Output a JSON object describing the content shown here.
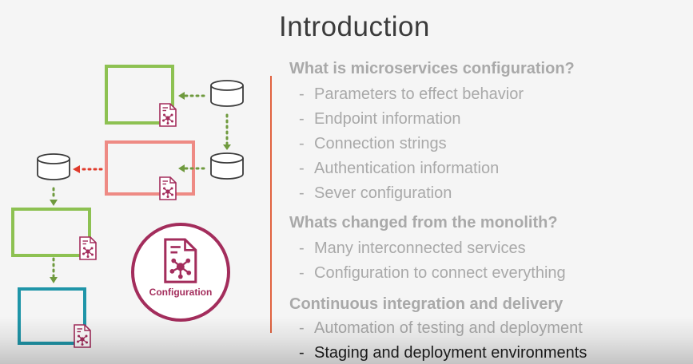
{
  "slide": {
    "title": "Introduction",
    "sections": [
      {
        "heading": "What is microservices configuration?",
        "bullets": [
          "Parameters to effect behavior",
          "Endpoint information",
          "Connection strings",
          "Authentication information",
          "Sever configuration"
        ]
      },
      {
        "heading": "Whats changed from the monolith?",
        "bullets": [
          "Many interconnected services",
          "Configuration to connect everything"
        ]
      },
      {
        "heading": "Continuous integration and delivery",
        "bullets": [
          "Automation of testing and deployment",
          "Staging and deployment environments"
        ]
      }
    ],
    "bullet_prefix": "-"
  },
  "diagram": {
    "badge_label": "Configuration"
  },
  "colors": {
    "accent_divider": "#e0623f",
    "service_green": "#8dc152",
    "service_red": "#ee8a84",
    "service_teal": "#1f95a8",
    "config_maroon": "#a32d5c",
    "connector_green": "#6f9a3e",
    "connector_red": "#e03a2b",
    "heading_gray": "#a9a9a9",
    "active_bullet": "#1d1d1d"
  }
}
